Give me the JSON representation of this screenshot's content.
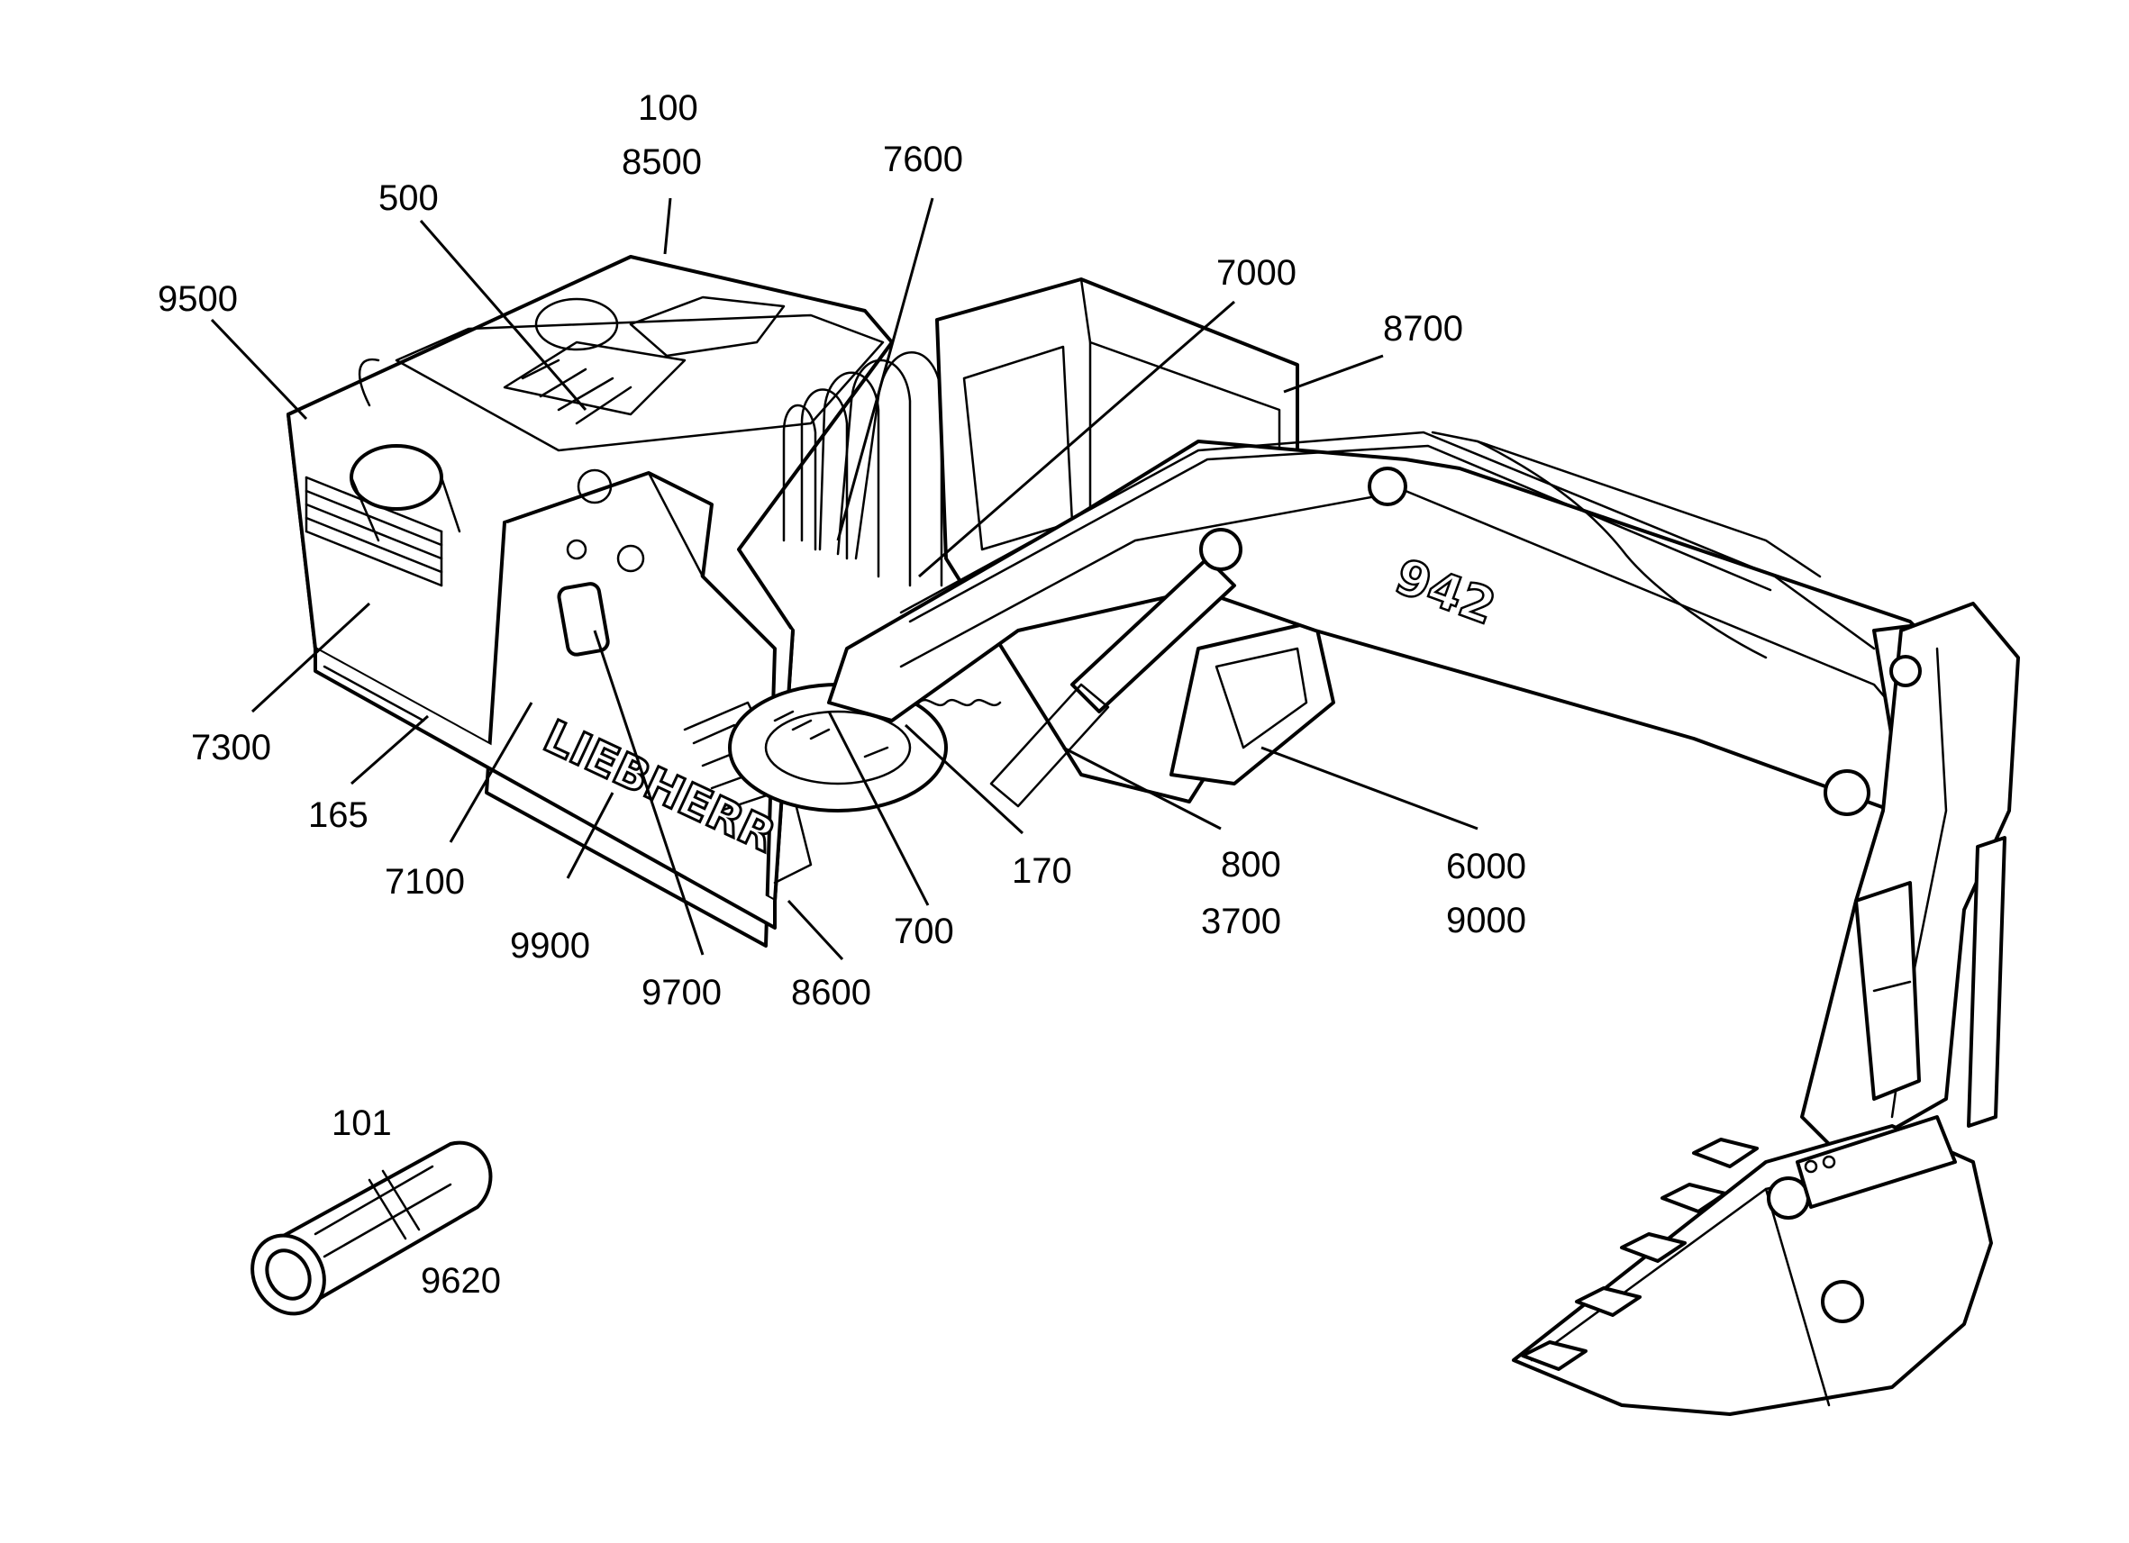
{
  "diagram": {
    "brand_text": "LIEBHERR",
    "model_text": "942",
    "callouts": [
      {
        "id": "c-100",
        "text": "100"
      },
      {
        "id": "c-8500",
        "text": "8500"
      },
      {
        "id": "c-500",
        "text": "500"
      },
      {
        "id": "c-7600",
        "text": "7600"
      },
      {
        "id": "c-9500",
        "text": "9500"
      },
      {
        "id": "c-7000",
        "text": "7000"
      },
      {
        "id": "c-8700",
        "text": "8700"
      },
      {
        "id": "c-7300",
        "text": "7300"
      },
      {
        "id": "c-165",
        "text": "165"
      },
      {
        "id": "c-7100",
        "text": "7100"
      },
      {
        "id": "c-9900",
        "text": "9900"
      },
      {
        "id": "c-9700",
        "text": "9700"
      },
      {
        "id": "c-8600",
        "text": "8600"
      },
      {
        "id": "c-700",
        "text": "700"
      },
      {
        "id": "c-170",
        "text": "170"
      },
      {
        "id": "c-800",
        "text": "800"
      },
      {
        "id": "c-3700",
        "text": "3700"
      },
      {
        "id": "c-6000",
        "text": "6000"
      },
      {
        "id": "c-9000",
        "text": "9000"
      },
      {
        "id": "c-101",
        "text": "101"
      },
      {
        "id": "c-9620",
        "text": "9620"
      }
    ]
  }
}
